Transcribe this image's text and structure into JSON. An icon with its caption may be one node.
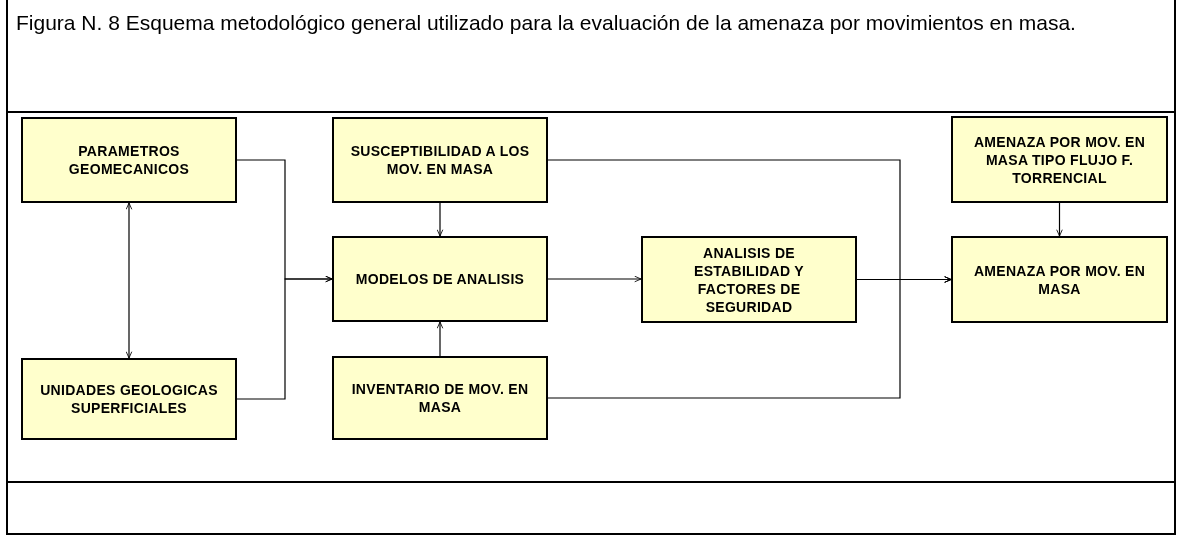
{
  "diagram": {
    "title": "Figura N. 8 Esquema metodológico general utilizado para la evaluación de la amenaza por movimientos en masa.",
    "nodes": [
      {
        "text": [
          "PARAMETROS GEOMECANICOS"
        ]
      },
      {
        "text": [
          "SUSCEPTIBILIDAD A LOS MOV. EN MASA"
        ]
      },
      {
        "text": [
          "AMENAZA POR MOV. EN MASA TIPO FLUJO F. TORRENCIAL"
        ]
      },
      {
        "text": [
          "MODELOS DE ANALISIS"
        ]
      },
      {
        "text": [
          "ANALISIS DE ESTABILIDAD Y FACTORES DE SEGURIDAD"
        ]
      },
      {
        "text": [
          "AMENAZA POR MOV. EN MASA"
        ]
      },
      {
        "text": [
          "UNIDADES GEOLOGICAS SUPERFICIALES"
        ]
      },
      {
        "text": [
          "INVENTARIO DE MOV. EN MASA"
        ]
      }
    ],
    "edges": [
      {
        "from": 0,
        "to": 6,
        "arrow": "both"
      },
      {
        "from": 0,
        "to": 3,
        "arrow": "to"
      },
      {
        "from": 6,
        "to": 3,
        "arrow": "to"
      },
      {
        "from": 1,
        "to": 3,
        "arrow": "to"
      },
      {
        "from": 7,
        "to": 3,
        "arrow": "to"
      },
      {
        "from": 3,
        "to": 4,
        "arrow": "to"
      },
      {
        "from": 1,
        "to": 5,
        "arrow": "to"
      },
      {
        "from": 4,
        "to": 5,
        "arrow": "to"
      },
      {
        "from": 7,
        "to": 5,
        "arrow": "to"
      },
      {
        "from": 2,
        "to": 5,
        "arrow": "to"
      }
    ]
  }
}
